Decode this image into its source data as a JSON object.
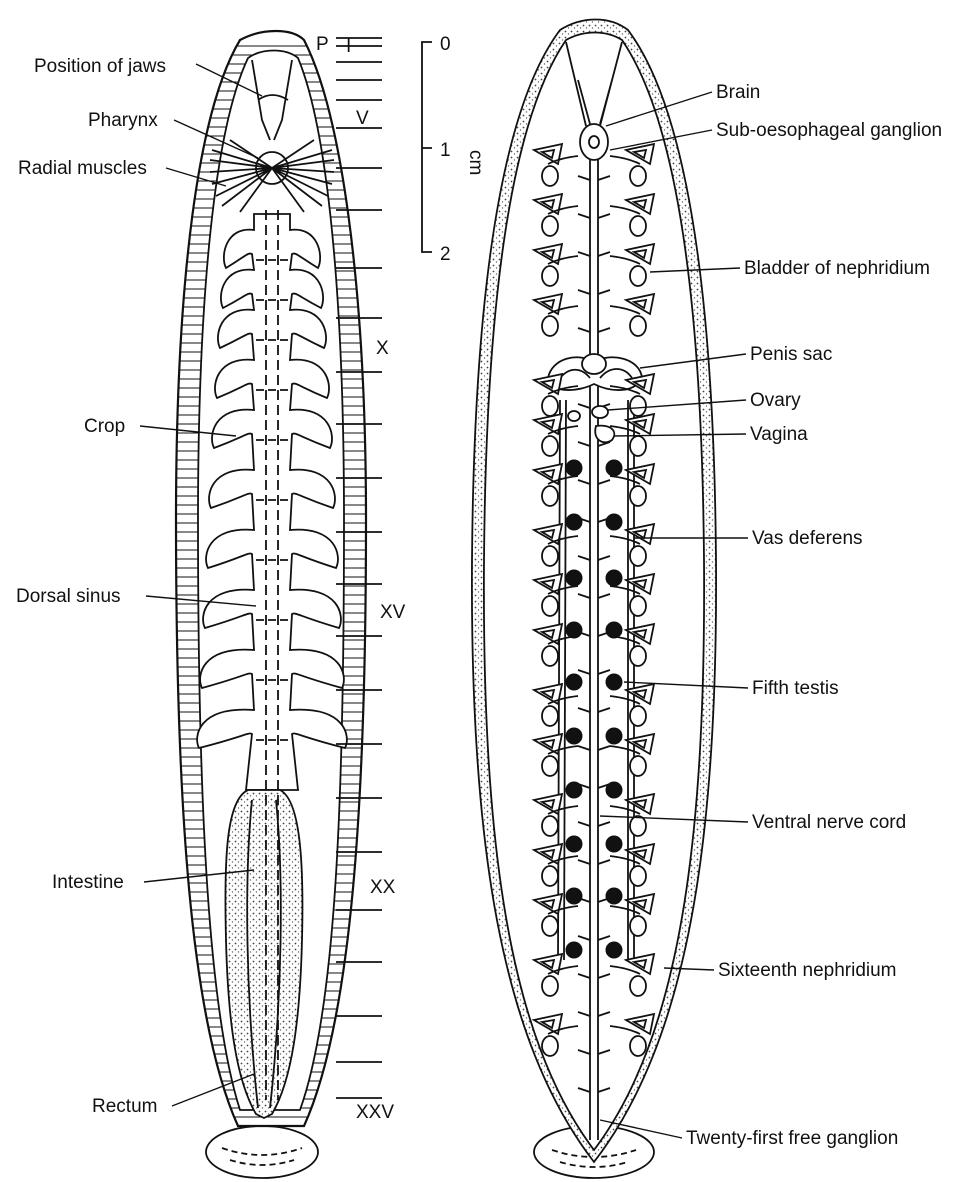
{
  "left_labels": {
    "position_of_jaws": "Position of jaws",
    "pharynx": "Pharynx",
    "radial_muscles": "Radial muscles",
    "crop": "Crop",
    "dorsal_sinus": "Dorsal sinus",
    "intestine": "Intestine",
    "rectum": "Rectum"
  },
  "segment_labels": {
    "p": "P",
    "i": "I",
    "v": "V",
    "x": "X",
    "xv": "XV",
    "xx": "XX",
    "xxv": "XXV"
  },
  "scale_bar": {
    "unit": "cm",
    "ticks": [
      "0",
      "1",
      "2"
    ]
  },
  "right_labels": {
    "brain": "Brain",
    "sub_oesophageal_ganglion": "Sub-oesophageal ganglion",
    "bladder_of_nephridium": "Bladder of nephridium",
    "penis_sac": "Penis sac",
    "ovary": "Ovary",
    "vagina": "Vagina",
    "vas_deferens": "Vas deferens",
    "fifth_testis": "Fifth testis",
    "ventral_nerve_cord": "Ventral nerve cord",
    "sixteenth_nephridium": "Sixteenth nephridium",
    "twenty_first_free_ganglion": "Twenty-first free ganglion"
  },
  "colors": {
    "ink": "#111111",
    "paper": "#ffffff",
    "stipple": "#555555"
  }
}
